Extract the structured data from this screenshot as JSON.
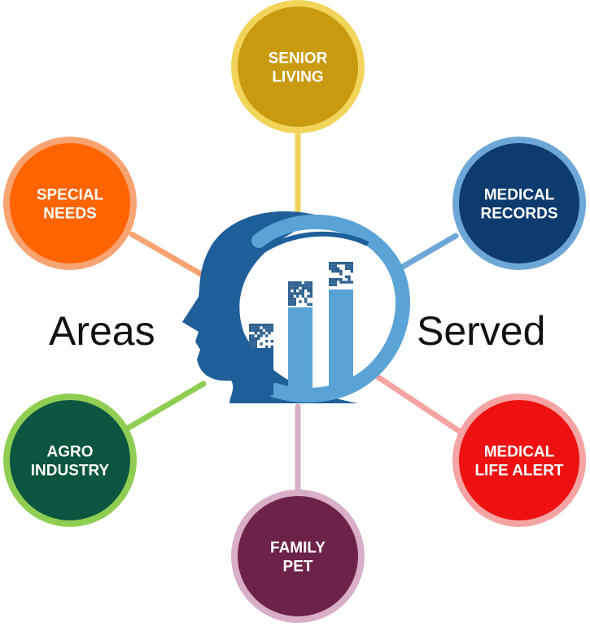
{
  "heading": {
    "left_word": "Areas",
    "right_word": "Served"
  },
  "center_logo": {
    "icon": "head-with-qr-bar-chart-icon",
    "color_dark": "#1e5f9a",
    "color_light": "#5aa3d6"
  },
  "nodes": [
    {
      "id": "senior-living",
      "lines": [
        "SENIOR",
        "LIVING"
      ],
      "fill": "#c99a10",
      "ring": "#f2d45a"
    },
    {
      "id": "medical-records",
      "lines": [
        "MEDICAL",
        "RECORDS"
      ],
      "fill": "#0d3b6e",
      "ring": "#6ea6d8"
    },
    {
      "id": "medical-life-alert",
      "lines": [
        "MEDICAL",
        "LIFE ALERT"
      ],
      "fill": "#ee1111",
      "ring": "#f5a3a3"
    },
    {
      "id": "family-pet",
      "lines": [
        "FAMILY",
        "PET"
      ],
      "fill": "#6d2349",
      "ring": "#d8afc6"
    },
    {
      "id": "agro-industry",
      "lines": [
        "AGRO",
        "INDUSTRY"
      ],
      "fill": "#0c5540",
      "ring": "#8fce52"
    },
    {
      "id": "special-needs",
      "lines": [
        "SPECIAL",
        "NEEDS"
      ],
      "fill": "#ff6400",
      "ring": "#f8a472"
    }
  ]
}
